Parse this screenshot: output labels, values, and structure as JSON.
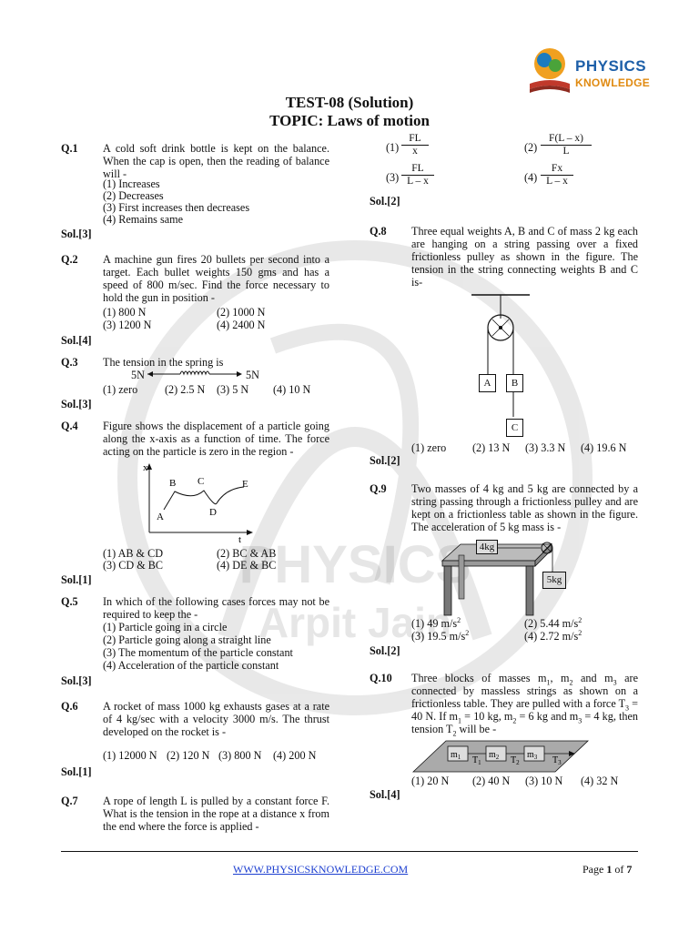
{
  "logo": {
    "line1": "PHYSICS",
    "line2": "KNOWLEDGE"
  },
  "header": {
    "title": "TEST-08 (Solution)",
    "topic": "TOPIC: Laws of motion"
  },
  "watermark": {
    "text1": "PHYSICS",
    "text2": "Arpit Jain"
  },
  "q1": {
    "num": "Q.1",
    "text": "A cold soft drink bottle is kept on the balance. When the cap is open, then the reading of balance will -",
    "options": [
      "(1) Increases",
      "(2) Decreases",
      "(3) First increases then decreases",
      "(4) Remains same"
    ],
    "sol": "Sol.[3]"
  },
  "q2": {
    "num": "Q.2",
    "text": "A machine gun fires 20 bullets per second into a target. Each bullet weights 150 gms and has a speed of 800 m/sec. Find the force necessary to hold the gun in position -",
    "options": [
      "(1) 800 N",
      "(2) 1000 N",
      "(3) 1200 N",
      "(4) 2400 N"
    ],
    "sol": "Sol.[4]"
  },
  "q3": {
    "num": "Q.3",
    "text": "The tension in the spring is",
    "left_force": "5N",
    "right_force": "5N",
    "options": [
      "(1) zero",
      "(2) 2.5 N",
      "(3) 5 N",
      "(4) 10 N"
    ],
    "sol": "Sol.[3]"
  },
  "q4": {
    "num": "Q.4",
    "text": "Figure shows the displacement of a particle going along the x-axis as a function of time. The force acting on the particle is zero in the region -",
    "graph": {
      "y_axis": "x",
      "x_axis": "t",
      "labels": [
        "A",
        "B",
        "C",
        "D",
        "E"
      ]
    },
    "options": [
      "(1) AB & CD",
      "(2) BC & AB",
      "(3) CD & BC",
      "(4) DE & BC"
    ],
    "sol": "Sol.[1]"
  },
  "q5": {
    "num": "Q.5",
    "text": "In which of the following cases forces may not be required to keep the -",
    "options": [
      "(1) Particle going in a circle",
      "(2) Particle going along a straight line",
      "(3) The momentum of the particle constant",
      "(4) Acceleration of the particle constant"
    ],
    "sol": "Sol.[3]"
  },
  "q6": {
    "num": "Q.6",
    "text": "A rocket of mass 1000 kg exhausts gases at a rate of 4 kg/sec with a velocity 3000 m/s. The thrust developed on the rocket is -",
    "options": [
      "(1) 12000 N",
      "(2) 120 N",
      "(3) 800 N",
      "(4) 200 N"
    ],
    "sol": "Sol.[1]"
  },
  "q7": {
    "num": "Q.7",
    "text": "A rope of length L is pulled by a constant force F. What is the tension in the rope at a distance x from the end where the force is applied -",
    "options": [
      {
        "label": "(1)",
        "num": "FL",
        "den": "x"
      },
      {
        "label": "(2)",
        "num": "F(L – x)",
        "den": "L"
      },
      {
        "label": "(3)",
        "num": "FL",
        "den": "L – x"
      },
      {
        "label": "(4)",
        "num": "Fx",
        "den": "L – x"
      }
    ],
    "sol": "Sol.[2]"
  },
  "q8": {
    "num": "Q.8",
    "text": "Three equal weights A, B and C of mass 2 kg each are hanging on a string passing over a fixed frictionless pulley as shown in the figure. The tension in the string connecting weights B and C is-",
    "blocks": [
      "A",
      "B",
      "C"
    ],
    "options": [
      "(1) zero",
      "(2) 13 N",
      "(3) 3.3 N",
      "(4) 19.6 N"
    ],
    "sol": "Sol.[2]"
  },
  "q9": {
    "num": "Q.9",
    "text": "Two masses of 4 kg and 5 kg are connected by a string passing through a frictionless pulley and are kept on a frictionless table as shown in the figure. The acceleration of 5 kg mass is -",
    "blocks": [
      "4kg",
      "5kg"
    ],
    "options": [
      "(1) 49 m/s",
      "(2) 5.44 m/s",
      "(3) 19.5 m/s",
      "(4) 2.72 m/s"
    ],
    "unit_sup": "2",
    "sol": "Sol.[2]"
  },
  "q10": {
    "num": "Q.10",
    "text_a": "Three blocks of masses m",
    "text": "Three blocks of masses m1, m2 and m3 are connected by massless strings as shown on a frictionless table. They are pulled with a force T3 = 40 N. If m1 = 10 kg, m2 = 6 kg and m3 = 4 kg, then tension T2 will be -",
    "options": [
      "(1) 20 N",
      "(2) 40 N",
      "(3) 10 N",
      "(4) 32 N"
    ],
    "sol": "Sol.[4]"
  },
  "footer": {
    "url": "WWW.PHYSICSKNOWLEDGE.COM",
    "page_prefix": "Page ",
    "page_num": "1",
    "page_of": " of ",
    "page_total": "7"
  }
}
